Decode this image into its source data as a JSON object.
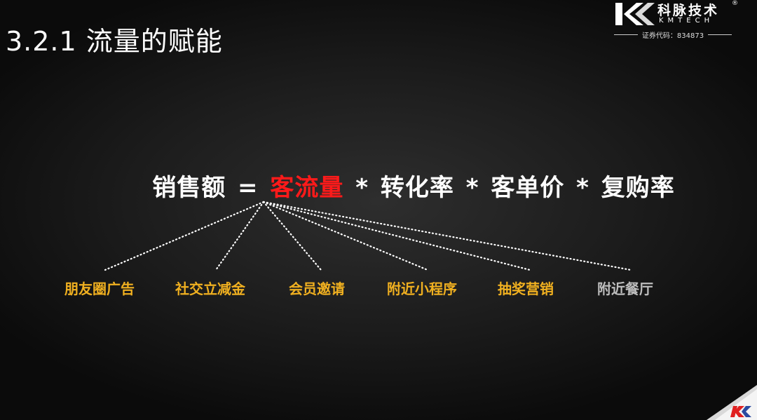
{
  "slide": {
    "title": "3.2.1 流量的赋能"
  },
  "logo": {
    "name": "科脉技术",
    "registered": "®",
    "latin": "KMTECH",
    "stock_code": "证券代码：834873"
  },
  "formula": {
    "lhs": "销售额",
    "equals": "=",
    "term1": "客流量",
    "op1": "*",
    "term2": "转化率",
    "op2": "*",
    "term3": "客单价",
    "op3": "*",
    "term4": "复购率"
  },
  "channels": [
    {
      "label": "朋友圈广告",
      "color": "#f0b020"
    },
    {
      "label": "社交立减金",
      "color": "#f0b020"
    },
    {
      "label": "会员邀请",
      "color": "#f0b020"
    },
    {
      "label": "附近小程序",
      "color": "#f0b020"
    },
    {
      "label": "抽奖营销",
      "color": "#f0b020"
    },
    {
      "label": "附近餐厅",
      "color": "#bdbdbd"
    }
  ],
  "colors": {
    "highlight": "#ff1a1a",
    "channel": "#f0b020",
    "muted": "#bdbdbd"
  }
}
